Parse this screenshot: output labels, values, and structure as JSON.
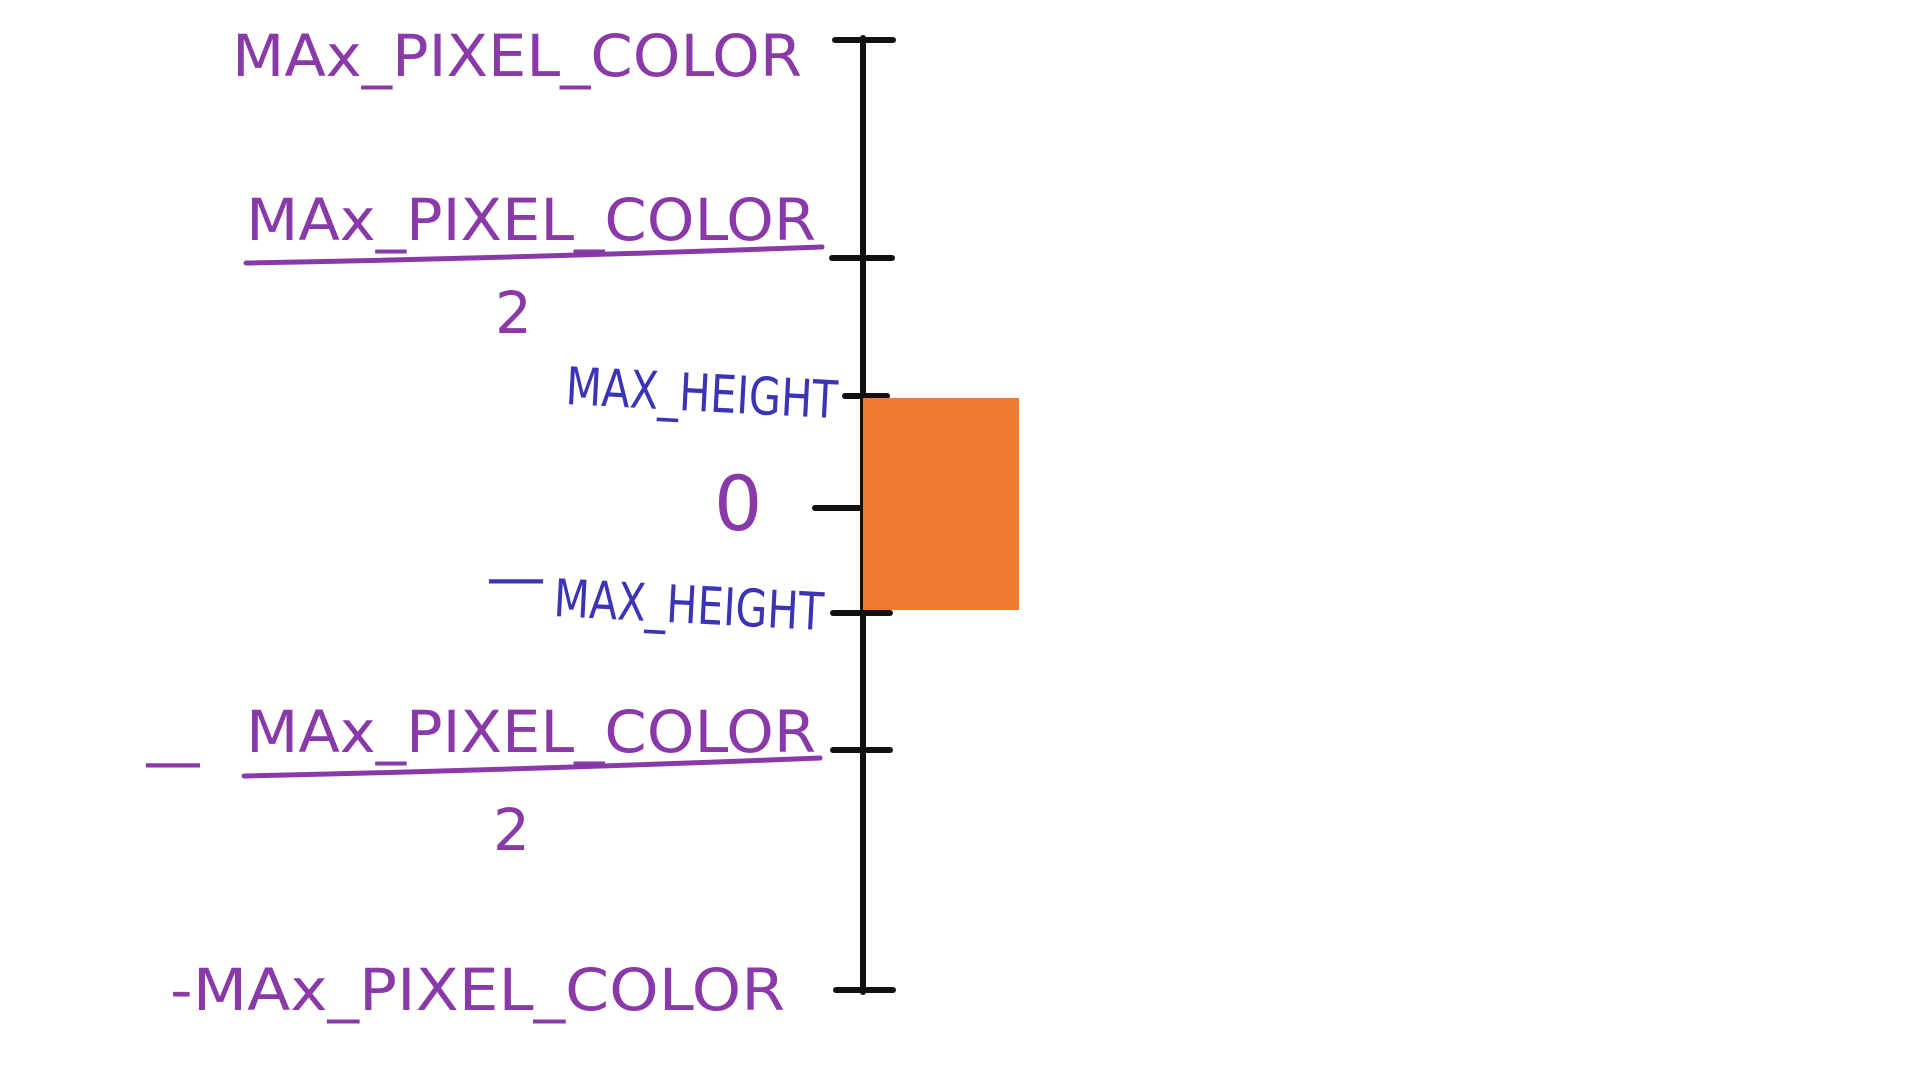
{
  "colors": {
    "axis": "#111111",
    "purple": "#8a3aa8",
    "blue": "#3b34b5",
    "bar": "#f07a2f"
  },
  "labels": {
    "top": "MAx_PIXEL_COLOR",
    "half_top_num": "MAx_PIXEL_COLOR",
    "half_top_den": "2",
    "max_height": "MAX_HEIGHT",
    "zero": "0",
    "neg_max_height_sign": "—",
    "neg_max_height": "MAX_HEIGHT",
    "half_bottom_sign": "—",
    "half_bottom_num": "MAx_PIXEL_COLOR",
    "half_bottom_den": "2",
    "bottom": "-MAx_PIXEL_COLOR"
  }
}
